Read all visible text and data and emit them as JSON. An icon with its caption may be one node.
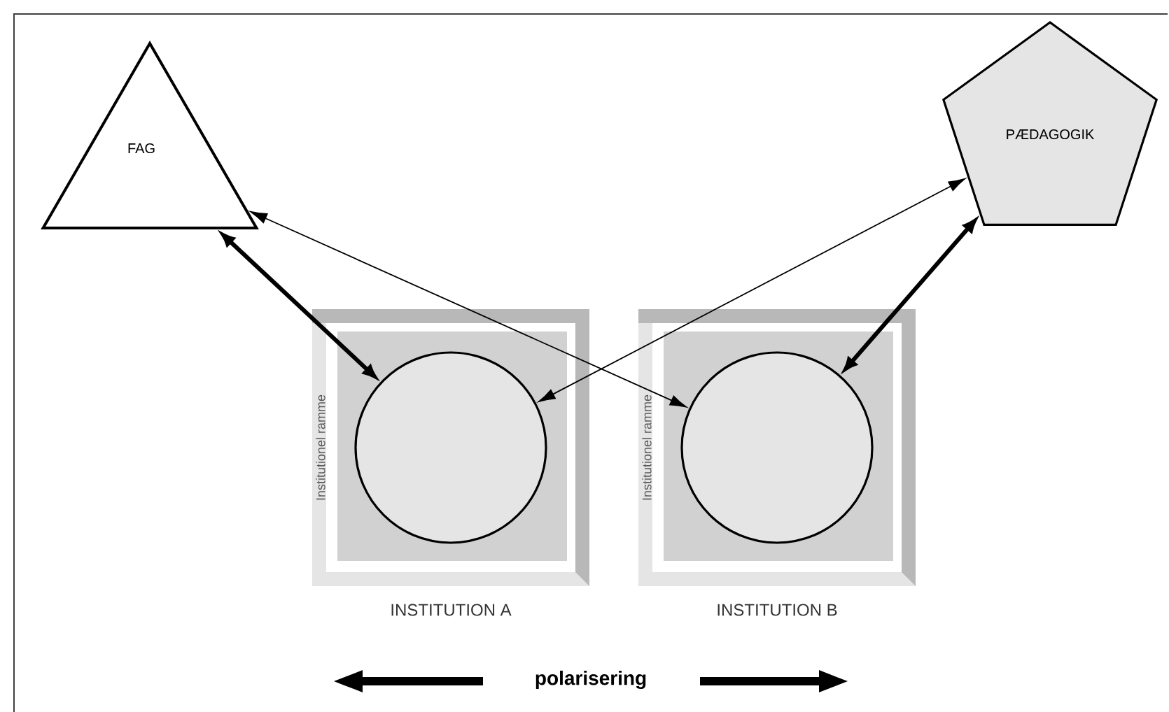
{
  "diagram": {
    "nodes": [
      {
        "text": [
          "FAG"
        ]
      },
      {
        "text": [
          "PÆDAGOGIK"
        ]
      },
      {
        "text": [
          "Institutionel ramme"
        ],
        "beside": [
          "INSTITUTION A"
        ]
      },
      {
        "text": [],
        "shape": "circle",
        "in": 2
      },
      {
        "text": [
          "Institutionel ramme"
        ],
        "beside": [
          "INSTITUTION B"
        ]
      },
      {
        "text": [],
        "shape": "circle",
        "in": 4
      }
    ],
    "edges": [
      {
        "from": 0,
        "to": 3,
        "arrow": "both",
        "style": "thick"
      },
      {
        "from": 0,
        "to": 5,
        "arrow": "both"
      },
      {
        "from": 3,
        "to": 1,
        "arrow": "both"
      },
      {
        "from": 5,
        "to": 1,
        "arrow": "both",
        "style": "thick"
      }
    ],
    "labels": [
      "polarisering"
    ]
  }
}
